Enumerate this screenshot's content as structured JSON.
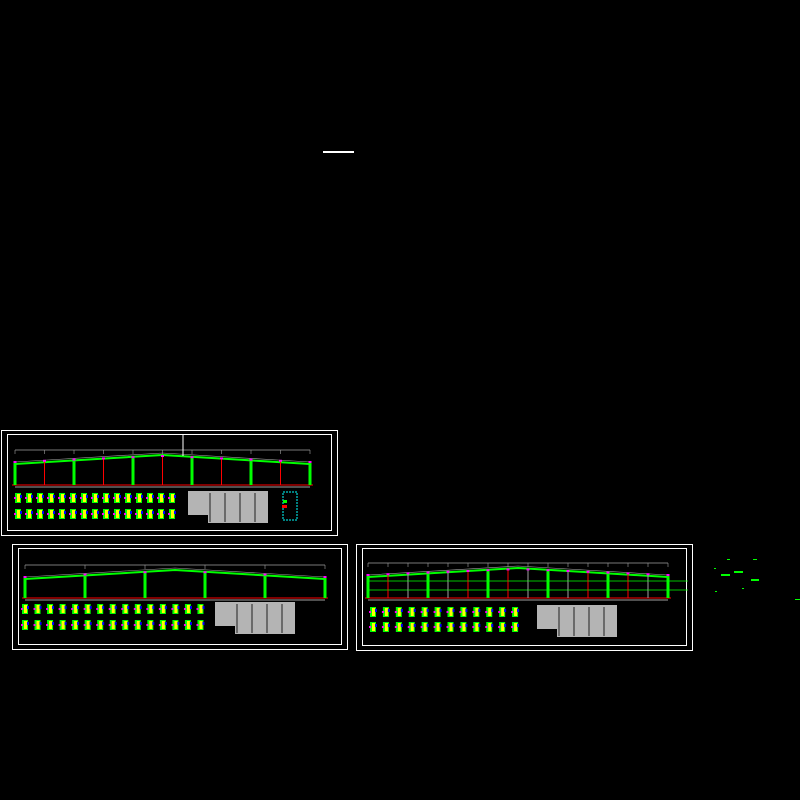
{
  "canvas": {
    "background": "#000000"
  },
  "colors": {
    "frame": "#ffffff",
    "grid": "#a0a0a0",
    "column": "#00ff00",
    "accent": "#ff00ff",
    "base": "#ff0000",
    "detail_yellow": "#ffff00",
    "detail_blue": "#0000ff",
    "cyan": "#00ffff",
    "table": "#b4b4b4"
  },
  "sheets": [
    {
      "id": "sheet-1",
      "bays": 10,
      "detail_rows": 2,
      "details_per_row": 15
    },
    {
      "id": "sheet-2",
      "bays": 5,
      "detail_rows": 2,
      "details_per_row": 15
    },
    {
      "id": "sheet-3",
      "bays": 15,
      "detail_rows": 2,
      "details_per_row": 12
    }
  ]
}
